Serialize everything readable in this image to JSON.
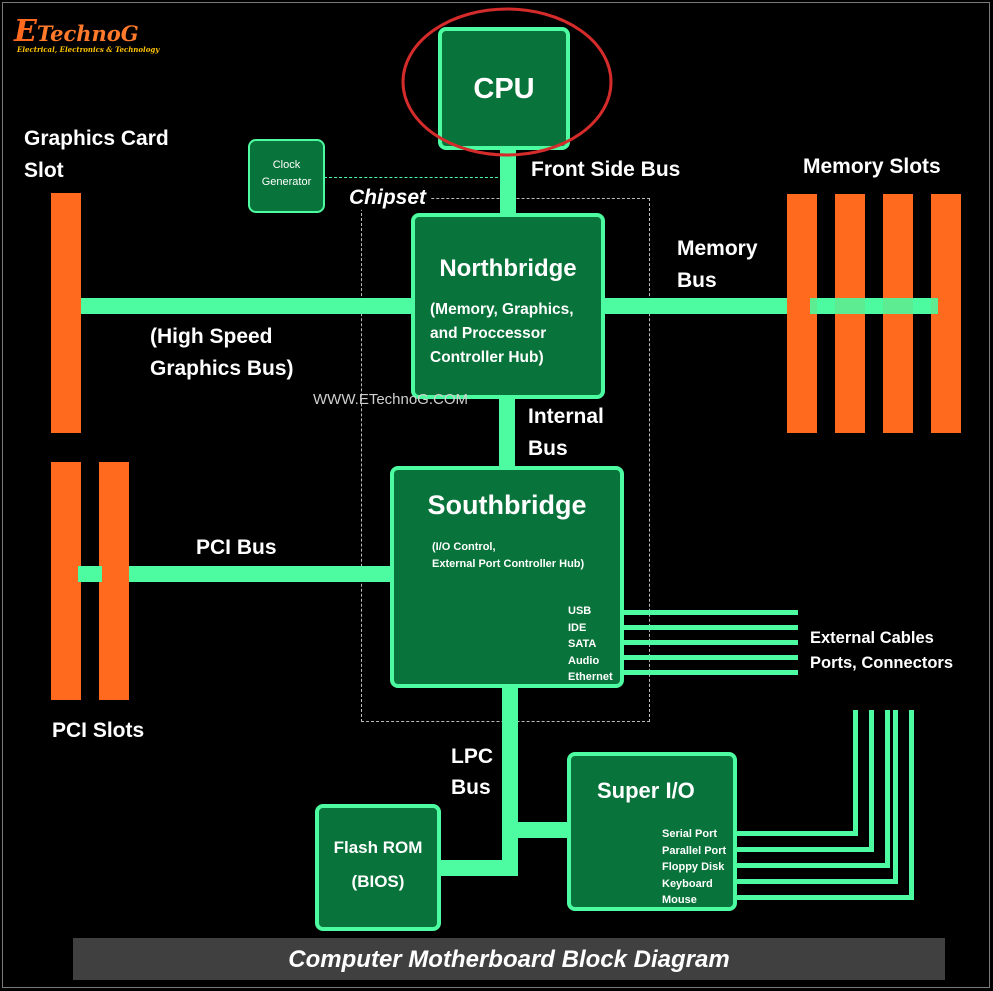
{
  "logo": {
    "e_letter": "E",
    "name_rest": "TechnoG",
    "tagline": "Electrical, Electronics & Technology"
  },
  "watermark": "WWW.ETechnoG.COM",
  "cpu": {
    "label": "CPU"
  },
  "clock_generator": {
    "line1": "Clock",
    "line2": "Generator"
  },
  "chipset_label": "Chipset",
  "front_side_bus": "Front Side Bus",
  "northbridge": {
    "title": "Northbridge",
    "desc_line1": "(Memory, Graphics,",
    "desc_line2": "and Proccessor",
    "desc_line3": "Controller Hub)"
  },
  "memory_bus": {
    "line1": "Memory",
    "line2": "Bus"
  },
  "memory_slots": "Memory Slots",
  "graphics_slot": {
    "line1": "Graphics Card",
    "line2": "Slot"
  },
  "graphics_bus": {
    "line1": "(High Speed",
    "line2": "Graphics Bus)"
  },
  "internal_bus": {
    "line1": "Internal",
    "line2": "Bus"
  },
  "southbridge": {
    "title": "Southbridge",
    "desc_line1": "(I/O Control,",
    "desc_line2": "External Port Controller Hub)",
    "ports": [
      "USB",
      "IDE",
      "SATA",
      "Audio",
      "Ethernet"
    ]
  },
  "pci_bus": "PCI Bus",
  "pci_slots": "PCI Slots",
  "external": {
    "line1": "External Cables",
    "line2": "Ports, Connectors"
  },
  "lpc_bus": {
    "line1": "LPC",
    "line2": "Bus"
  },
  "superio": {
    "title": "Super I/O",
    "ports": [
      "Serial Port",
      "Parallel Port",
      "Floppy Disk",
      "Keyboard",
      "Mouse"
    ]
  },
  "flash_rom": {
    "line1": "Flash ROM",
    "line2": "(BIOS)"
  },
  "caption": "Computer Motherboard Block Diagram",
  "colors": {
    "background": "#000000",
    "bus_green": "#4dfba0",
    "box_fill": "#08733a",
    "slot_orange": "#ff6a1f",
    "highlight_red": "#d42b2b",
    "caption_bar": "#404040"
  }
}
